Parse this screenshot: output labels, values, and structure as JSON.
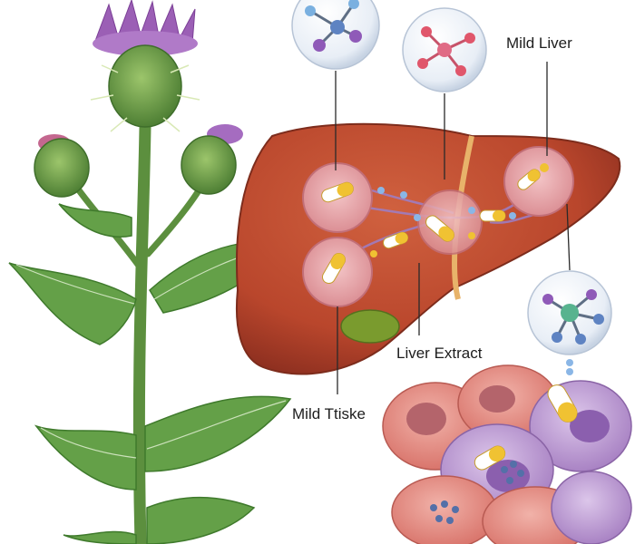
{
  "labels": {
    "top_right": "Mild Liver",
    "center": "Liver Extract",
    "bottom_left": "Mild Ttiske"
  },
  "colors": {
    "liver": "#b9462c",
    "liver_dark": "#8f3020",
    "gallbladder": "#7a9b2e",
    "thistle_flower": "#9b5fb5",
    "thistle_head": "#6f9c4a",
    "leaf": "#5f9a45",
    "capsule_yellow": "#f0c232",
    "cell_pink": "#d9878c",
    "cell_purple": "#b28ac9"
  },
  "icons": {
    "plant": "milk-thistle-plant-illustration",
    "organ": "liver-illustration",
    "molecule": "molecule-bubble-icon",
    "capsule": "capsule-icon",
    "cells": "liver-cell-cluster-illustration"
  }
}
